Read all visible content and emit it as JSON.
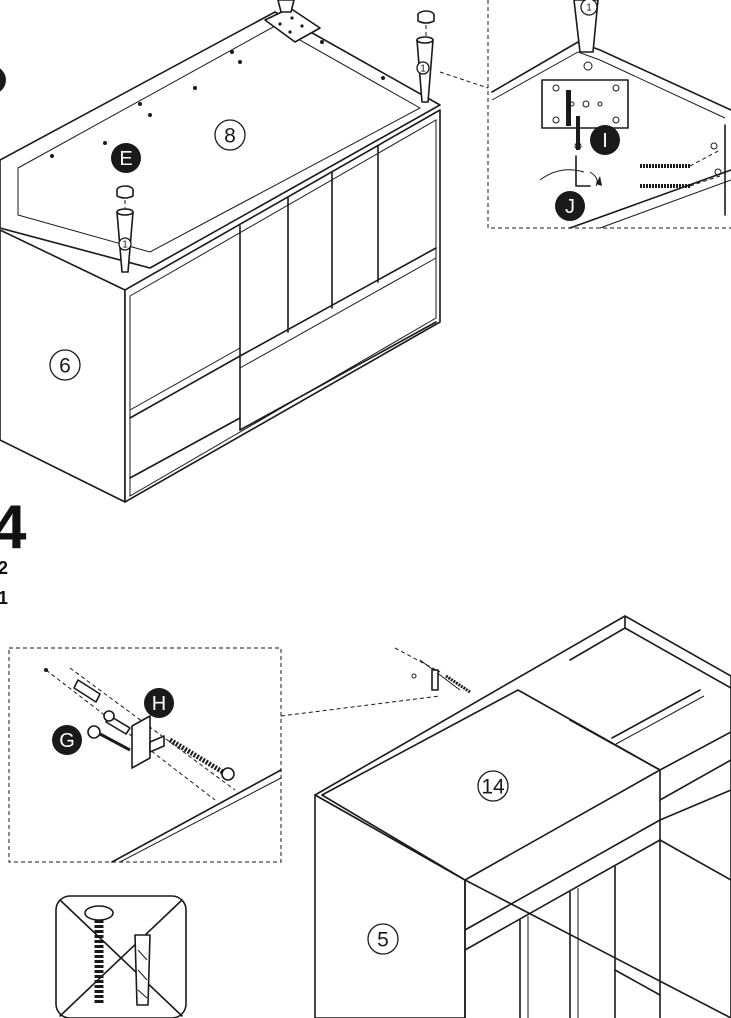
{
  "step": {
    "number": "4",
    "qty_a": "2",
    "qty_b": "1"
  },
  "parts": {
    "panel_8": "8",
    "panel_6": "6",
    "panel_14": "14",
    "panel_5": "5",
    "leg_1": "1"
  },
  "hardware": {
    "E": "E",
    "I": "I",
    "J": "J",
    "H": "H",
    "G": "G"
  }
}
